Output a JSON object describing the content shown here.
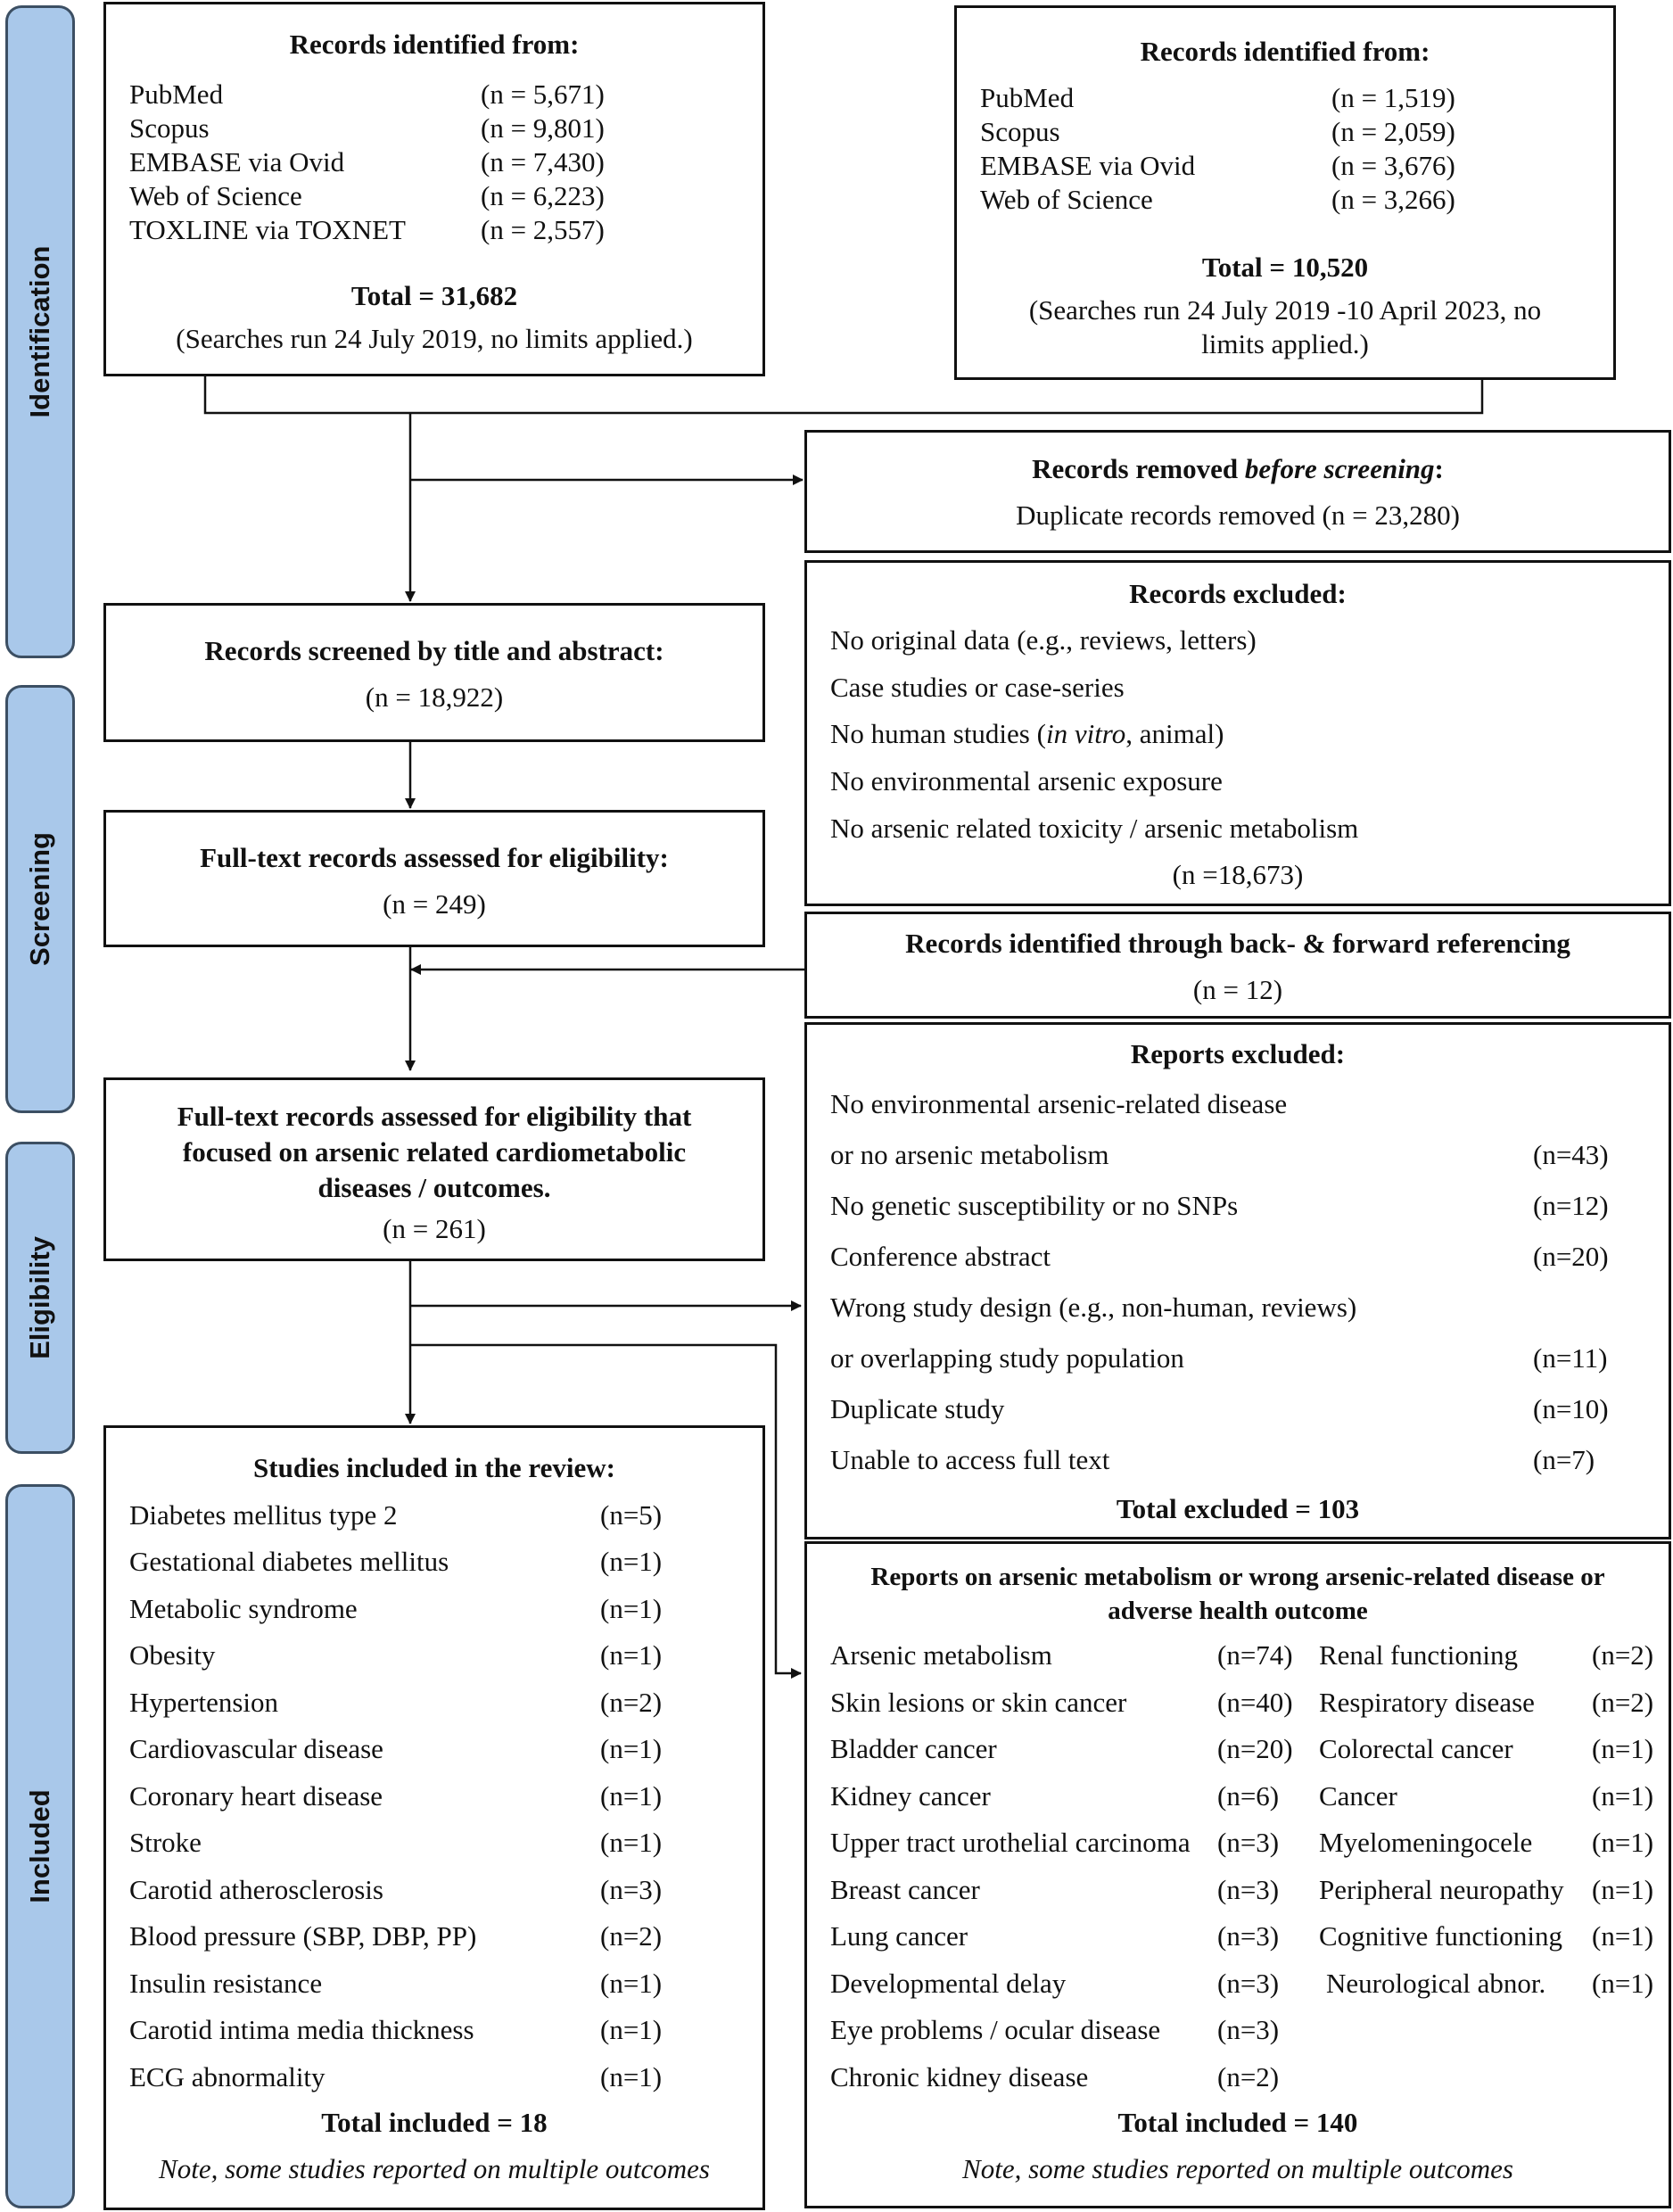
{
  "phases": [
    "Identification",
    "Screening",
    "Eligibility",
    "Included"
  ],
  "search1": {
    "title": "Records identified from:",
    "sources": [
      {
        "name": "PubMed",
        "n": "(n = 5,671)"
      },
      {
        "name": "Scopus",
        "n": "(n = 9,801)"
      },
      {
        "name": "EMBASE via Ovid",
        "n": "(n = 7,430)"
      },
      {
        "name": "Web of Science",
        "n": "(n = 6,223)"
      },
      {
        "name": "TOXLINE via TOXNET",
        "n": "(n = 2,557)"
      }
    ],
    "total": "Total = 31,682",
    "note": "(Searches run 24 July 2019, no limits applied.)"
  },
  "search2": {
    "title": "Records identified from:",
    "sources": [
      {
        "name": "PubMed",
        "n": "(n = 1,519)"
      },
      {
        "name": "Scopus",
        "n": "(n = 2,059)"
      },
      {
        "name": "EMBASE via Ovid",
        "n": "(n = 3,676)"
      },
      {
        "name": "Web of Science",
        "n": "(n = 3,266)"
      }
    ],
    "total": "Total = 10,520",
    "note_line1": "(Searches run 24 July 2019 -10 April 2023, no",
    "note_line2": "limits applied.)"
  },
  "removed": {
    "title_a": "Records removed ",
    "title_b": "before screening",
    "title_c": ":",
    "line": "Duplicate records removed (n = 23,280)"
  },
  "screened": {
    "title": "Records screened by title and abstract:",
    "n": "(n = 18,922)"
  },
  "excluded": {
    "title": "Records excluded:",
    "l1": "No original data (e.g., reviews, letters)",
    "l2": "Case studies or case-series",
    "l3a": "No human studies (",
    "l3b": "in vitro",
    "l3c": ", animal)",
    "l4": "No environmental arsenic exposure",
    "l5": "No arsenic related toxicity / arsenic metabolism",
    "n": "(n =18,673)"
  },
  "fulltext": {
    "title": "Full-text records assessed for eligibility:",
    "n": "(n = 249)"
  },
  "backref": {
    "title": "Records identified through back- & forward referencing",
    "n": "(n = 12)"
  },
  "focused": {
    "l1": "Full-text records assessed for eligibility that",
    "l2": "focused on arsenic related cardiometabolic",
    "l3": "diseases / outcomes.",
    "n": "(n = 261)"
  },
  "reports_excluded": {
    "title": "Reports excluded:",
    "rows": [
      {
        "label": "No environmental arsenic-related disease",
        "n": ""
      },
      {
        "label": "or no arsenic metabolism",
        "n": "(n=43)"
      },
      {
        "label": "No genetic susceptibility or no SNPs",
        "n": "(n=12)"
      },
      {
        "label": "Conference abstract",
        "n": "(n=20)"
      },
      {
        "label": "Wrong study design (e.g., non-human, reviews)",
        "n": ""
      },
      {
        "label": "or overlapping study population",
        "n": "(n=11)"
      },
      {
        "label": "Duplicate study",
        "n": "(n=10)"
      },
      {
        "label": "Unable to access full text",
        "n": "(n=7)"
      }
    ],
    "total": "Total excluded = 103"
  },
  "included": {
    "title": "Studies included in the review:",
    "rows": [
      {
        "label": "Diabetes mellitus type 2",
        "n": "(n=5)"
      },
      {
        "label": "Gestational diabetes mellitus",
        "n": "(n=1)"
      },
      {
        "label": "Metabolic syndrome",
        "n": "(n=1)"
      },
      {
        "label": "Obesity",
        "n": "(n=1)"
      },
      {
        "label": "Hypertension",
        "n": "(n=2)"
      },
      {
        "label": "Cardiovascular disease",
        "n": "(n=1)"
      },
      {
        "label": "Coronary heart disease",
        "n": "(n=1)"
      },
      {
        "label": "Stroke",
        "n": "(n=1)"
      },
      {
        "label": "Carotid atherosclerosis",
        "n": "(n=3)"
      },
      {
        "label": "Blood pressure (SBP, DBP, PP)",
        "n": "(n=2)"
      },
      {
        "label": "Insulin resistance",
        "n": "(n=1)"
      },
      {
        "label": "Carotid intima media thickness",
        "n": "(n=1)"
      },
      {
        "label": "ECG abnormality",
        "n": "(n=1)"
      }
    ],
    "total": "Total included = 18",
    "note": "Note, some studies reported on multiple outcomes"
  },
  "other_reports": {
    "title1": "Reports on arsenic metabolism or wrong arsenic-related disease or",
    "title2": "adverse health outcome",
    "left": [
      {
        "label": "Arsenic metabolism",
        "n": "(n=74)"
      },
      {
        "label": "Skin lesions or skin cancer",
        "n": "(n=40)"
      },
      {
        "label": "Bladder cancer",
        "n": "(n=20)"
      },
      {
        "label": "Kidney cancer",
        "n": "(n=6)"
      },
      {
        "label": "Upper tract urothelial carcinoma",
        "n": "(n=3)"
      },
      {
        "label": "Breast cancer",
        "n": "(n=3)"
      },
      {
        "label": "Lung cancer",
        "n": "(n=3)"
      },
      {
        "label": "Developmental delay",
        "n": "(n=3)"
      },
      {
        "label": "Eye problems / ocular disease",
        "n": "(n=3)"
      },
      {
        "label": "Chronic kidney disease",
        "n": "(n=2)"
      }
    ],
    "right": [
      {
        "label": "Renal functioning",
        "n": "(n=2)"
      },
      {
        "label": "Respiratory disease",
        "n": "(n=2)"
      },
      {
        "label": "Colorectal cancer",
        "n": "(n=1)"
      },
      {
        "label": "Cancer",
        "n": "(n=1)"
      },
      {
        "label": "Myelomeningocele",
        "n": "(n=1)"
      },
      {
        "label": "Peripheral neuropathy",
        "n": "(n=1)"
      },
      {
        "label": "Cognitive functioning",
        "n": "(n=1)"
      },
      {
        "label": "Neurological abnor.",
        "n": "(n=1)"
      }
    ],
    "total": "Total included = 140",
    "note": "Note, some studies reported on multiple outcomes"
  }
}
